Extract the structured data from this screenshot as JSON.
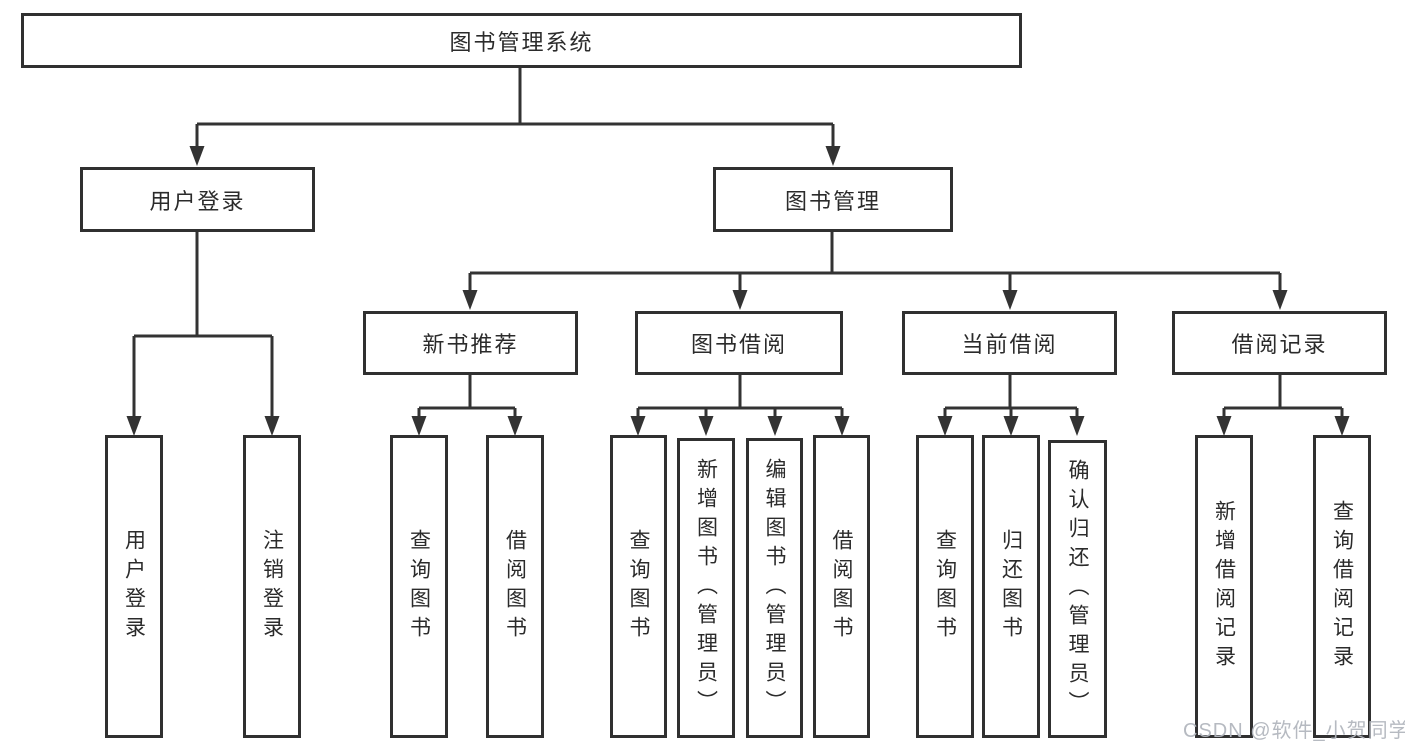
{
  "diagram": {
    "root": {
      "label": "图书管理系统"
    },
    "level2": [
      {
        "label": "用户登录"
      },
      {
        "label": "图书管理"
      }
    ],
    "level3": [
      {
        "label": "新书推荐"
      },
      {
        "label": "图书借阅"
      },
      {
        "label": "当前借阅"
      },
      {
        "label": "借阅记录"
      }
    ],
    "leaves": {
      "user_login": [
        "用户登录",
        "注销登录"
      ],
      "new_book_recommend": [
        "查询图书",
        "借阅图书"
      ],
      "book_borrow": [
        "查询图书",
        "新增图书（管理员）",
        "编辑图书（管理员）",
        "借阅图书"
      ],
      "current_borrow": [
        "查询图书",
        "归还图书",
        "确认归还（管理员）"
      ],
      "borrow_records": [
        "新增借阅记录",
        "查询借阅记录"
      ]
    }
  },
  "watermark": {
    "text": "CSDN @软件_小贺同学"
  },
  "colors": {
    "line": "#333333",
    "box_border": "#303030",
    "text": "#2b2b2b",
    "background": "#ffffff",
    "watermark": "#b2b6be"
  }
}
